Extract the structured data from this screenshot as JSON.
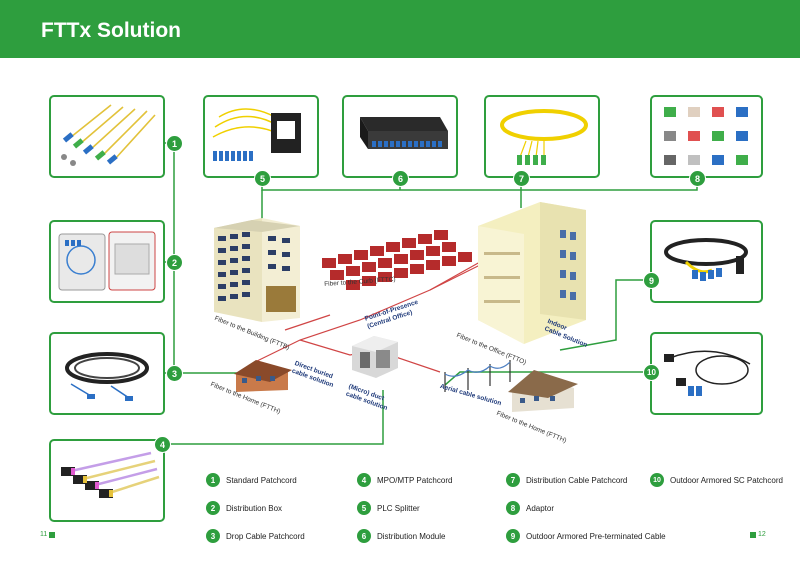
{
  "header": {
    "title": "FTTx Solution"
  },
  "pages": {
    "left": "11",
    "right": "12"
  },
  "diagram_labels": {
    "fttb": "Fiber to the Building (FTTB)",
    "fttc": "Fiber to the Curb (FTTC)",
    "ftth_left": "Fiber to the Home (FTTH)",
    "ftth_right": "Fiber to the Home (FTTH)",
    "ftto": "Fiber to the Office (FTTO)",
    "indoor": "Indoor\nCable Solution",
    "pop": "Point-of-Presence\n(Central Office)",
    "direct": "Direct buried\ncable solution",
    "micro": "(Micro) duct\ncable solution",
    "aerial": "Aerial cable solution"
  },
  "callouts": [
    "1",
    "2",
    "3",
    "4",
    "5",
    "6",
    "7",
    "8",
    "9",
    "10"
  ],
  "legend": [
    {
      "num": "1",
      "label": "Standard Patchcord"
    },
    {
      "num": "2",
      "label": "Distribution Box"
    },
    {
      "num": "3",
      "label": "Drop Cable Patchcord"
    },
    {
      "num": "4",
      "label": "MPO/MTP Patchcord"
    },
    {
      "num": "5",
      "label": "PLC Splitter"
    },
    {
      "num": "6",
      "label": "Distribution Module"
    },
    {
      "num": "7",
      "label": "Distribution Cable Patchcord"
    },
    {
      "num": "8",
      "label": "Adaptor"
    },
    {
      "num": "9",
      "label": "Outdoor Armored Pre-terminated Cable"
    },
    {
      "num": "10",
      "label": "Outdoor Armored SC Patchcord"
    }
  ],
  "colors": {
    "brand": "#2e9e3e",
    "accent_line": "#d04545",
    "label_blue": "#1f3a7a"
  }
}
